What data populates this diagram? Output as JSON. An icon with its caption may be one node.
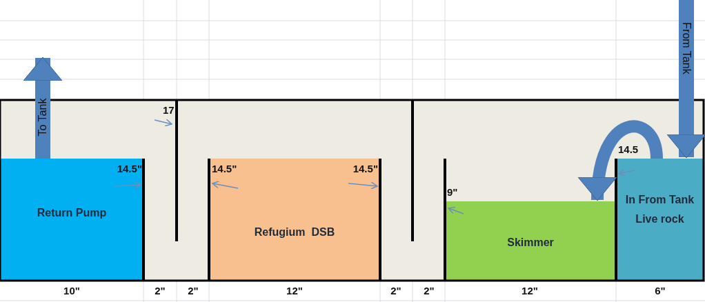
{
  "diagram": {
    "nodes": [
      {
        "text": [
          "Return Pump"
        ]
      },
      {
        "text": [
          "Refugium  DSB"
        ]
      },
      {
        "text": [
          "Skimmer"
        ]
      },
      {
        "text": [
          "In From Tank Live rock"
        ]
      }
    ],
    "edges": [
      {
        "from": 0,
        "to": null,
        "arrow": "to",
        "label": "To Tank"
      },
      {
        "from": null,
        "to": 3,
        "arrow": "to",
        "label": "From Tank"
      },
      {
        "from": 3,
        "to": 2,
        "arrow": "to"
      }
    ],
    "labels": [
      "17",
      "14.5\"",
      "14.5\"",
      "14.5\"",
      "14.5",
      "9\"",
      "10\"",
      "2\"",
      "2\"",
      "12\"",
      "2\"",
      "2\"",
      "12\"",
      "6\""
    ]
  }
}
